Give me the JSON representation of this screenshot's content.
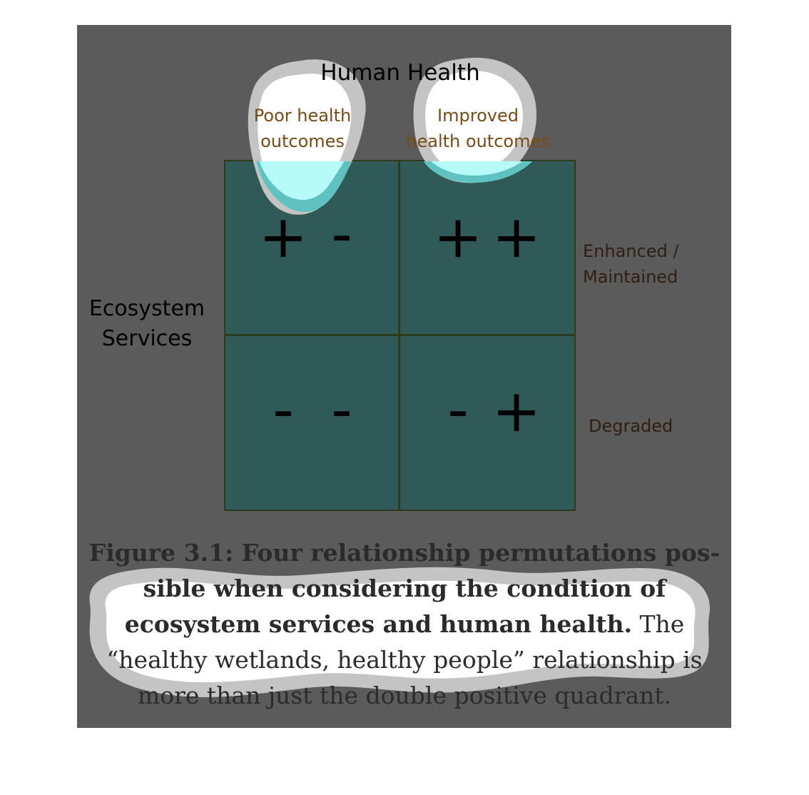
{
  "title": "Human Health",
  "columns": [
    {
      "lines": [
        "Poor health",
        "outcomes"
      ]
    },
    {
      "lines": [
        "Improved",
        "health outcomes"
      ]
    }
  ],
  "rows": [
    {
      "lines": [
        "Enhanced /",
        "Maintained"
      ]
    },
    {
      "lines": [
        "Degraded"
      ]
    }
  ],
  "side_label": {
    "lines": [
      "Ecosystem",
      "Services"
    ]
  },
  "quadrants": [
    {
      "signs": [
        "+",
        "-"
      ]
    },
    {
      "signs": [
        "+",
        "+"
      ]
    },
    {
      "signs": [
        "-",
        "-"
      ]
    },
    {
      "signs": [
        "-",
        "+"
      ]
    }
  ],
  "caption": {
    "bold": "Figure 3.1: Four relationship permutations pos- sible when considering the condition of ecosystem services and human health.",
    "normal": " The “healthy wetlands, healthy people” relationship is more than just the double positive quadrant."
  },
  "colors": {
    "panel": "#5b5b5b",
    "grid_fill": "#2f5a58",
    "column_label": "#7a4a12",
    "highlight_cyan": "#b6fbf8"
  }
}
